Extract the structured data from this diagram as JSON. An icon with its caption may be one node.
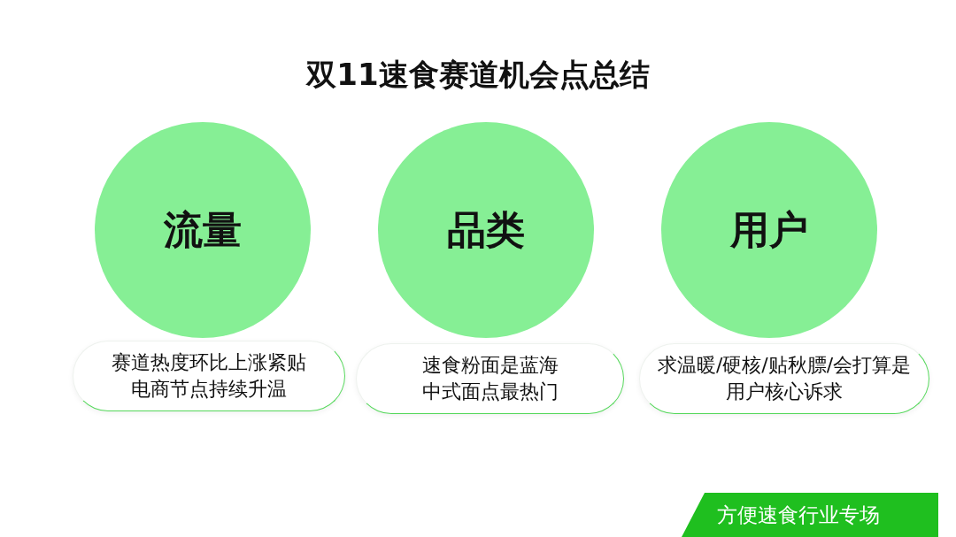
{
  "diagram": {
    "title": "双11速食赛道机会点总结",
    "nodes": [
      {
        "text": [
          "流量"
        ]
      },
      {
        "text": [
          "品类"
        ]
      },
      {
        "text": [
          "用户"
        ]
      },
      {
        "text": [
          "赛道热度环比上涨紧贴电商节点持续升温"
        ]
      },
      {
        "text": [
          "速食粉面是蓝海中式面点最热门"
        ]
      },
      {
        "text": [
          "求温暖/硬核/贴秋膘/会打算是用户核心诉求"
        ]
      }
    ],
    "labels": [
      "方便速食行业专场"
    ]
  }
}
